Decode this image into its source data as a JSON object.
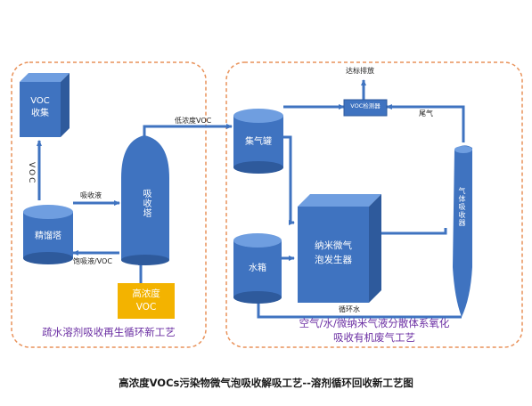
{
  "diagram": {
    "left_panel": {
      "caption": "疏水溶剂吸收再生循环新工艺",
      "voc_collect": [
        "VOC",
        "收集"
      ],
      "voc_arrow_text": "VOC",
      "rectifier": "精馏塔",
      "absorber": "吸收塔",
      "absorbent_label": "吸收液",
      "rich_liquid_label": "饱吸液/VOC",
      "high_voc_box": [
        "高浓度",
        "VOC"
      ]
    },
    "right_panel": {
      "caption_line1": "空气/水/微纳米气液分散体系氧化",
      "caption_line2": "吸收有机废气工艺",
      "gas_tank": "集气罐",
      "water_tank": "水箱",
      "generator": [
        "纳米微气",
        "泡发生器"
      ],
      "voc_detector": "VOC检测器",
      "discharge_label": "达标排放",
      "tail_gas_label": "尾气",
      "separator": "气体吸收器",
      "circulating_water_label": "循环水"
    },
    "low_voc_label": "低浓度VOC",
    "figure_caption": "高浓度VOCs污染物微气泡吸收解吸工艺--溶剂循环回收新工艺图"
  },
  "colors": {
    "blue": "#3f73c0",
    "blue_dark": "#2e5a9c",
    "blue_top": "#6f9ee0",
    "orange_dash": "#e9925a",
    "purple": "#6b2fa3",
    "yellow": "#f3b300"
  }
}
